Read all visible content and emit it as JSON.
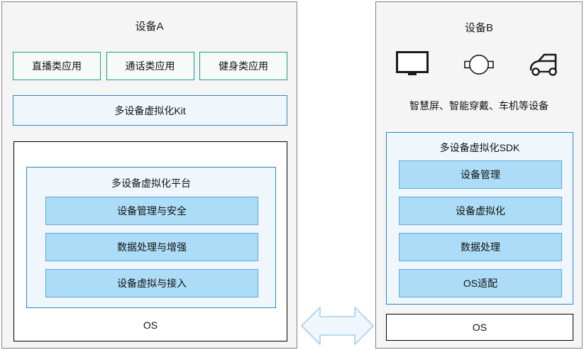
{
  "diagram": {
    "title_hidden": "",
    "device_a": {
      "title": "设备A",
      "apps": [
        {
          "label": "直播类应用"
        },
        {
          "label": "通话类应用"
        },
        {
          "label": "健身类应用"
        }
      ],
      "kit": "多设备虚拟化Kit",
      "os_label": "OS",
      "platform": {
        "title": "多设备虚拟化平台",
        "modules": [
          {
            "label": "设备管理与安全"
          },
          {
            "label": "数据处理与增强"
          },
          {
            "label": "设备虚拟与接入"
          }
        ]
      }
    },
    "device_b": {
      "title": "设备B",
      "icons": [
        {
          "name": "smart-screen-icon"
        },
        {
          "name": "smart-wearable-icon"
        },
        {
          "name": "car-machine-icon"
        }
      ],
      "caption": "智慧屏、智能穿戴、车机等设备",
      "sdk": {
        "title": "多设备虚拟化SDK",
        "modules": [
          {
            "label": "设备管理"
          },
          {
            "label": "设备虚拟化"
          },
          {
            "label": "数据处理"
          },
          {
            "label": "OS适配"
          }
        ]
      },
      "os_label": "OS"
    },
    "connector": {
      "name": "bidirectional-arrow"
    },
    "colors": {
      "panel_bg": "#F5F5F5",
      "panel_border": "#808080",
      "app_border": "#1E9B8A",
      "app_fill": "#F7FBF8",
      "blue_border": "#2E86C8",
      "pale_blue_fill": "#EFF7FD",
      "module_fill": "#ADDCF6",
      "module_border": "#5FA8DC",
      "os_border": "#000000",
      "arrow_fill": "#EFF7FD",
      "arrow_border": "#A8CFEA"
    }
  }
}
